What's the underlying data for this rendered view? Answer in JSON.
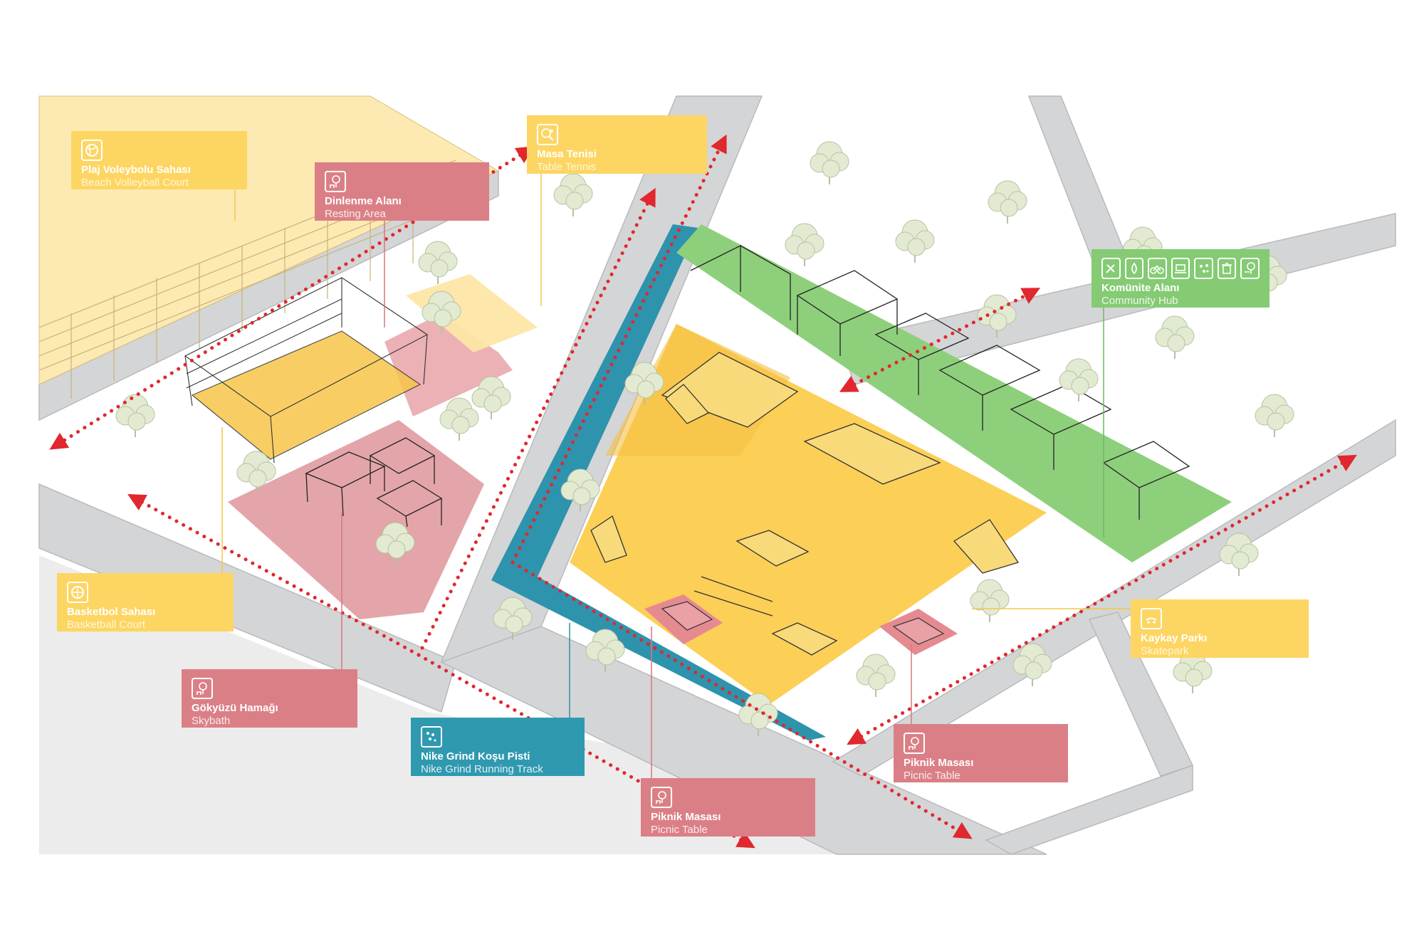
{
  "colors": {
    "yellow": "#fdd562",
    "pink": "#db7f86",
    "green": "#84cb74",
    "blue": "#2f99b0",
    "road": "#d4d5d6",
    "arrow": "#e0282e"
  },
  "labels": {
    "beach_volleyball": {
      "title": "Plaj  Voleybolu  Sahası",
      "subtitle": "Beach Volleyball Court",
      "icon": "volleyball-icon"
    },
    "resting_area": {
      "title": "Dinlenme Alanı",
      "subtitle": "Resting Area",
      "icon": "tree-bench-icon"
    },
    "table_tennis": {
      "title": "Masa Tenisi",
      "subtitle": "Table Tennis",
      "icon": "ping-pong-icon"
    },
    "community_hub": {
      "title": "Komünite Alanı",
      "subtitle": "Community Hub",
      "icons": [
        "tools-icon",
        "drop-icon",
        "bicycle-icon",
        "laptop-icon",
        "recycle-icon",
        "trash-icon",
        "tree-bench-icon"
      ]
    },
    "basketball": {
      "title": "Basketbol Sahası",
      "subtitle": "Basketball Court",
      "icon": "basketball-icon"
    },
    "skybath": {
      "title": "Gökyüzü Hamağı",
      "subtitle": "Skybath",
      "icon": "tree-bench-icon"
    },
    "running_track": {
      "title": "Nike Grind Koşu Pisti",
      "subtitle": "Nike Grind Running Track",
      "icon": "runner-icon"
    },
    "skatepark": {
      "title": "Kaykay Parkı",
      "subtitle": "Skatepark",
      "icon": "skateboard-icon"
    },
    "picnic_right": {
      "title": "Piknik Masası",
      "subtitle": "Picnic Table",
      "icon": "tree-bench-icon"
    },
    "picnic_bottom": {
      "title": "Piknik Masası",
      "subtitle": "Picnic Table",
      "icon": "tree-bench-icon"
    }
  }
}
